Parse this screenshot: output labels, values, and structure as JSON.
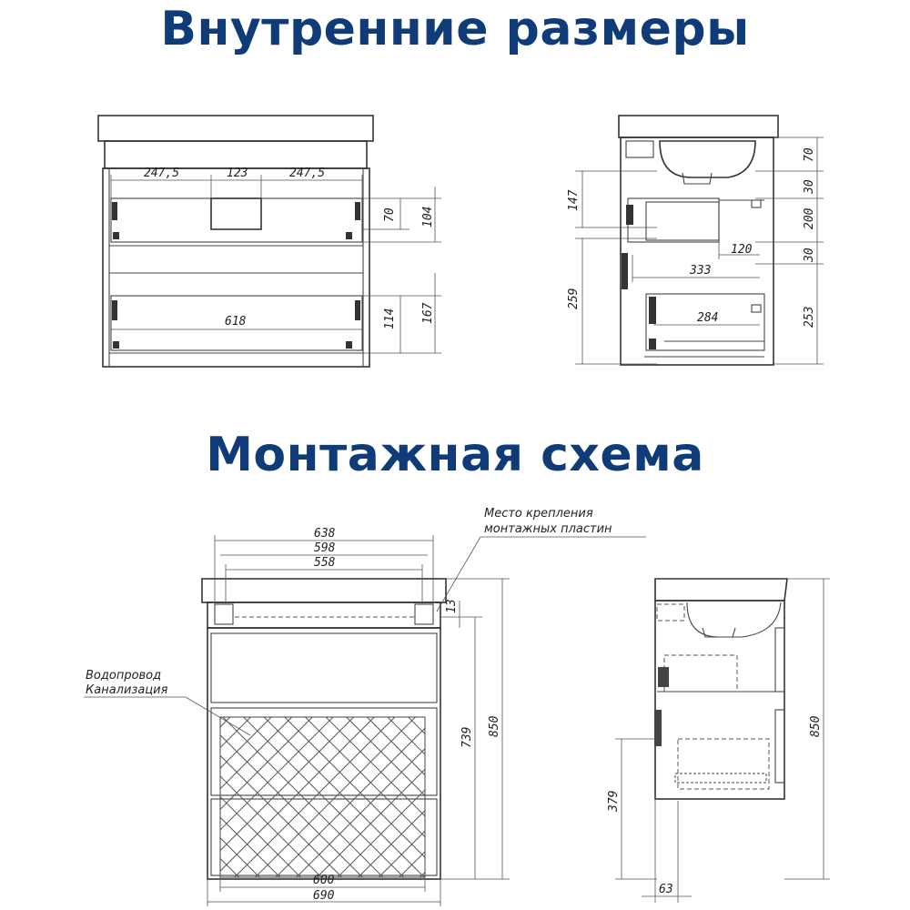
{
  "headings": {
    "internal_dims": "Внутренние размеры",
    "mounting_scheme": "Монтажная схема"
  },
  "top_front": {
    "d_247_5_left": "247,5",
    "d_123": "123",
    "d_247_5_right": "247,5",
    "d_70": "70",
    "d_104": "104",
    "d_618": "618",
    "d_114": "114",
    "d_167": "167"
  },
  "top_side": {
    "d_147": "147",
    "d_259": "259",
    "d_120": "120",
    "d_333": "333",
    "d_284": "284",
    "d_70": "70",
    "d_30_a": "30",
    "d_200": "200",
    "d_30_b": "30",
    "d_253": "253"
  },
  "bottom_front": {
    "d_638": "638",
    "d_598": "598",
    "d_558": "558",
    "d_13": "13",
    "d_739": "739",
    "d_850": "850",
    "d_600": "600",
    "d_690": "690",
    "note_mount_line1": "Место крепления",
    "note_mount_line2": "монтажных пластин",
    "note_water_line1": "Водопровод",
    "note_water_line2": "Канализация"
  },
  "bottom_side": {
    "d_850": "850",
    "d_379": "379",
    "d_63": "63"
  },
  "colors": {
    "heading": "#0f3b78",
    "line": "#333333"
  }
}
